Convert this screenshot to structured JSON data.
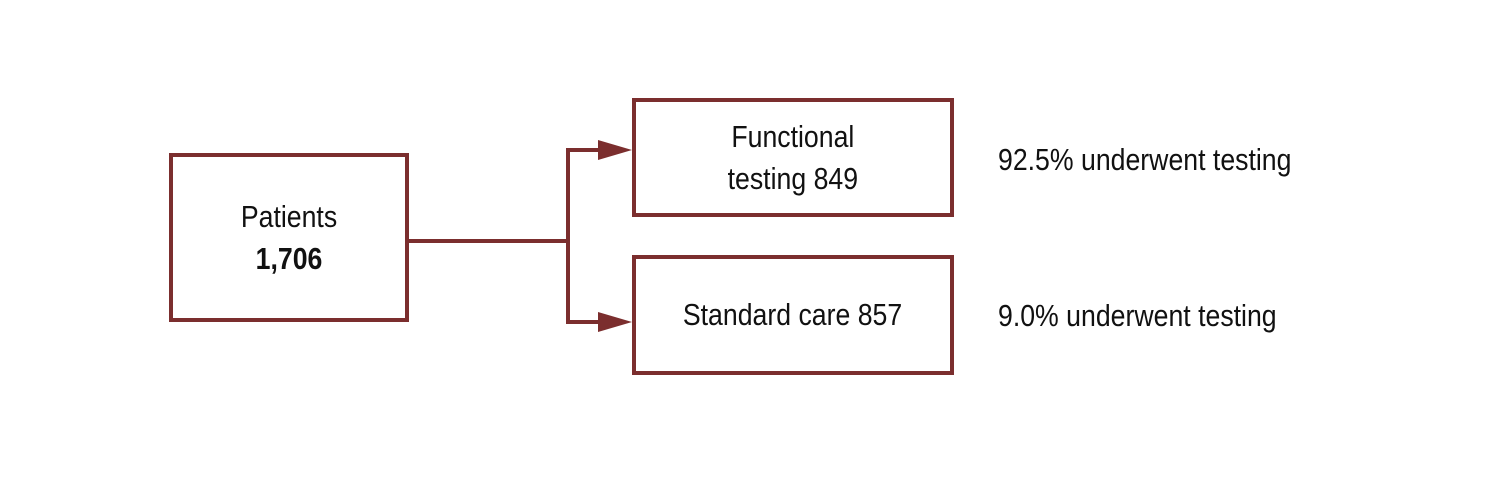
{
  "colors": {
    "stroke": "#7b2e2e",
    "text": "#111111",
    "background": "#ffffff"
  },
  "patients": {
    "label": "Patients",
    "count": "1,706"
  },
  "arms": [
    {
      "line1": "Functional",
      "line2": "testing  849",
      "note": "92.5% underwent testing"
    },
    {
      "line1": "Standard care  857",
      "note": "9.0% underwent testing"
    }
  ]
}
